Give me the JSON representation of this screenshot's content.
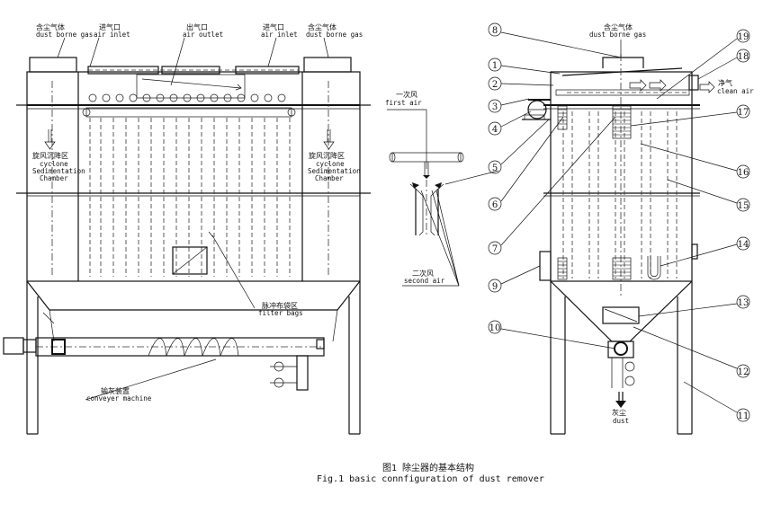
{
  "left_view": {
    "dust_gas_left_cn": "含尘气体",
    "dust_gas_left_en": "dust borne gas",
    "air_inlet_left_cn": "进气口",
    "air_inlet_left_en": "air inlet",
    "air_outlet_cn": "出气口",
    "air_outlet_en": "air outlet",
    "air_inlet_right_cn": "进气口",
    "air_inlet_right_en": "air inlet",
    "dust_gas_right_cn": "含尘气体",
    "dust_gas_right_en": "dust borne gas",
    "cyclone_left_cn": "旋风沉降区",
    "cyclone_left_en1": "cyclone",
    "cyclone_left_en2": "Sedimentation",
    "cyclone_left_en3": "Chamber",
    "cyclone_right_cn": "旋风沉降区",
    "cyclone_right_en1": "cyclone",
    "cyclone_right_en2": "Sedimentation",
    "cyclone_right_en3": "Chamber",
    "filter_bags_cn": "脉冲布袋区",
    "filter_bags_en": "filter bags",
    "conveyor_cn": "输灰装置",
    "conveyor_en": "conveyer machine"
  },
  "middle_view": {
    "first_air_cn": "一次风",
    "first_air_en": "first air",
    "second_air_cn": "二次风",
    "second_air_en": "second air"
  },
  "right_view": {
    "dust_gas_cn": "含尘气体",
    "dust_gas_en": "dust borne gas",
    "clean_air_cn": "净气",
    "clean_air_en": "clean air",
    "dust_cn": "灰尘",
    "dust_en": "dust",
    "part_numbers": [
      "8",
      "1",
      "2",
      "3",
      "4",
      "5",
      "6",
      "7",
      "9",
      "10",
      "19",
      "18",
      "17",
      "16",
      "15",
      "14",
      "13",
      "12",
      "11"
    ]
  },
  "caption": {
    "cn": "图1   除尘器的基本结构",
    "en": "Fig.1 basic connfiguration of dust remover"
  }
}
